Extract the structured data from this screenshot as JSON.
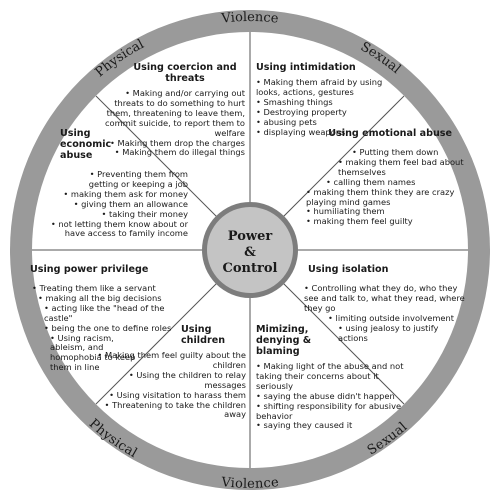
{
  "rim": {
    "top": [
      "Physical",
      "Violence",
      "Sexual"
    ],
    "bottom": [
      "Physical",
      "Violence",
      "Sexual"
    ]
  },
  "hub": {
    "line1": "Power",
    "line2": "&",
    "line3": "Control"
  },
  "colors": {
    "rim": "#9a9a9a",
    "hub_fill": "#c4c4c4",
    "hub_ring": "#7d7d7d",
    "spokes": "#555555",
    "text": "#1a1a1a"
  },
  "sections": {
    "coercion": {
      "title": "Using coercion and threats",
      "items": [
        "Making and/or carrying out threats to do something to hurt them, threatening to leave them, commit suicide, to report them to welfare",
        "Making them drop the charges",
        "Making them do illegal things"
      ]
    },
    "intimidation": {
      "title": "Using intimidation",
      "items": [
        "Making them afraid by using looks, actions, gestures",
        "Smashing things",
        "Destroying property",
        "abusing pets",
        "displaying weapons"
      ]
    },
    "economic": {
      "title": "Using economic abuse",
      "items": [
        "Preventing them from getting or keeping a job",
        "making them ask for money",
        "giving them an allowance",
        "taking their money",
        "not letting them know about or have access to family income"
      ]
    },
    "emotional": {
      "title": "Using emotional abuse",
      "items": [
        "Putting them down",
        "making them feel bad about themselves",
        "calling them names",
        "making them think they are crazy playing mind games",
        "humiliating them",
        "making them feel guilty"
      ]
    },
    "privilege": {
      "title": "Using power privilege",
      "items": [
        "Treating them like a servant",
        "making all the big decisions",
        "acting like the \"head of the castle\"",
        "being the one to define roles",
        "Using racism, ableism, and homophobia to keep them in line"
      ]
    },
    "isolation": {
      "title": "Using isolation",
      "items": [
        "Controlling what they do, who they see and talk to, what they read, where they go",
        "limiting outside involvement",
        "using jealosy to justify actions"
      ]
    },
    "children": {
      "title": "Using children",
      "items": [
        "Making them feel guilty about the children",
        "Using the children to relay messages",
        "Using visitation to harass them",
        "Threatening to take the children away"
      ]
    },
    "minimizing": {
      "title": "Mimizing, denying & blaming",
      "items": [
        "Making light of the abuse and not taking their concerns about it seriously",
        "saying the abuse didn't happen",
        "shifting responsibility for abusive behavior",
        "saying they caused it"
      ]
    }
  }
}
